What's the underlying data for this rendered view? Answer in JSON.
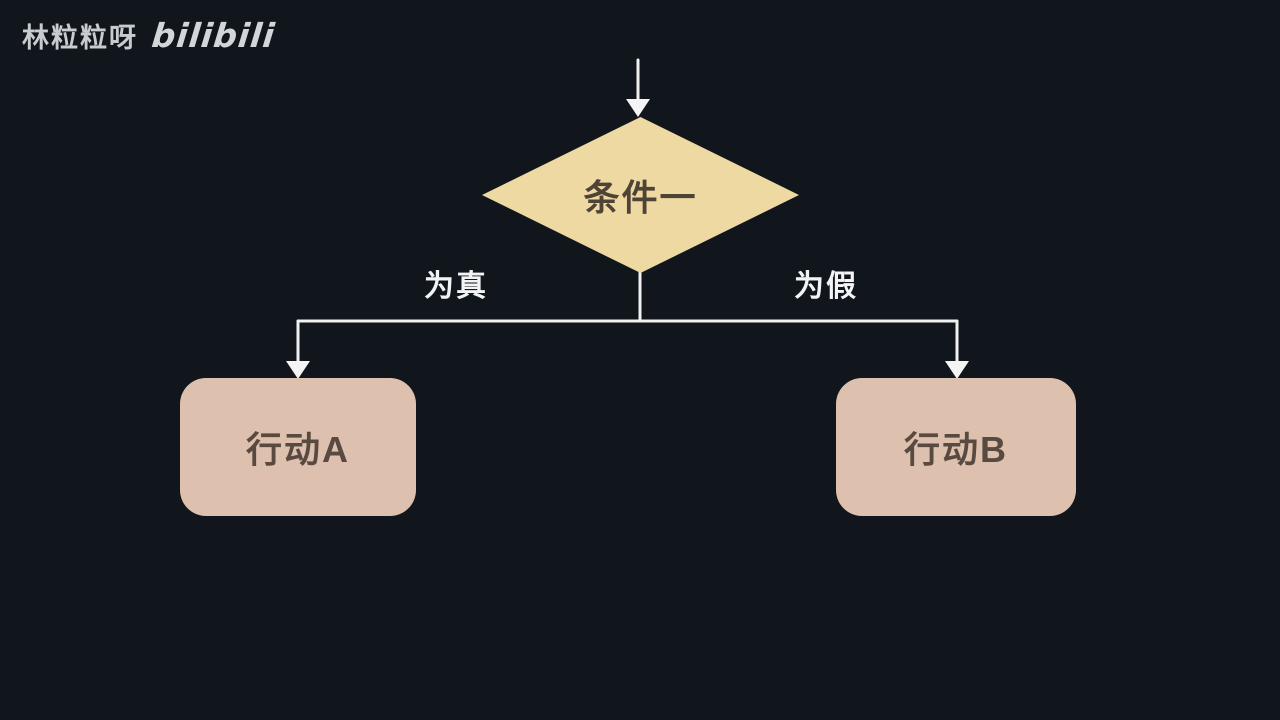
{
  "watermark": {
    "author": "林粒粒呀",
    "logo": "bilibili"
  },
  "flowchart": {
    "decision": {
      "label": "条件一",
      "fill": "#eed9a2",
      "text_color": "#4d4436"
    },
    "branches": [
      {
        "label": "为真",
        "action": "行动A"
      },
      {
        "label": "为假",
        "action": "行动B"
      }
    ],
    "action_fill": "#ddc1ae",
    "action_text_color": "#584a40",
    "line_color": "#f1f1f1",
    "background": "#11161d"
  }
}
